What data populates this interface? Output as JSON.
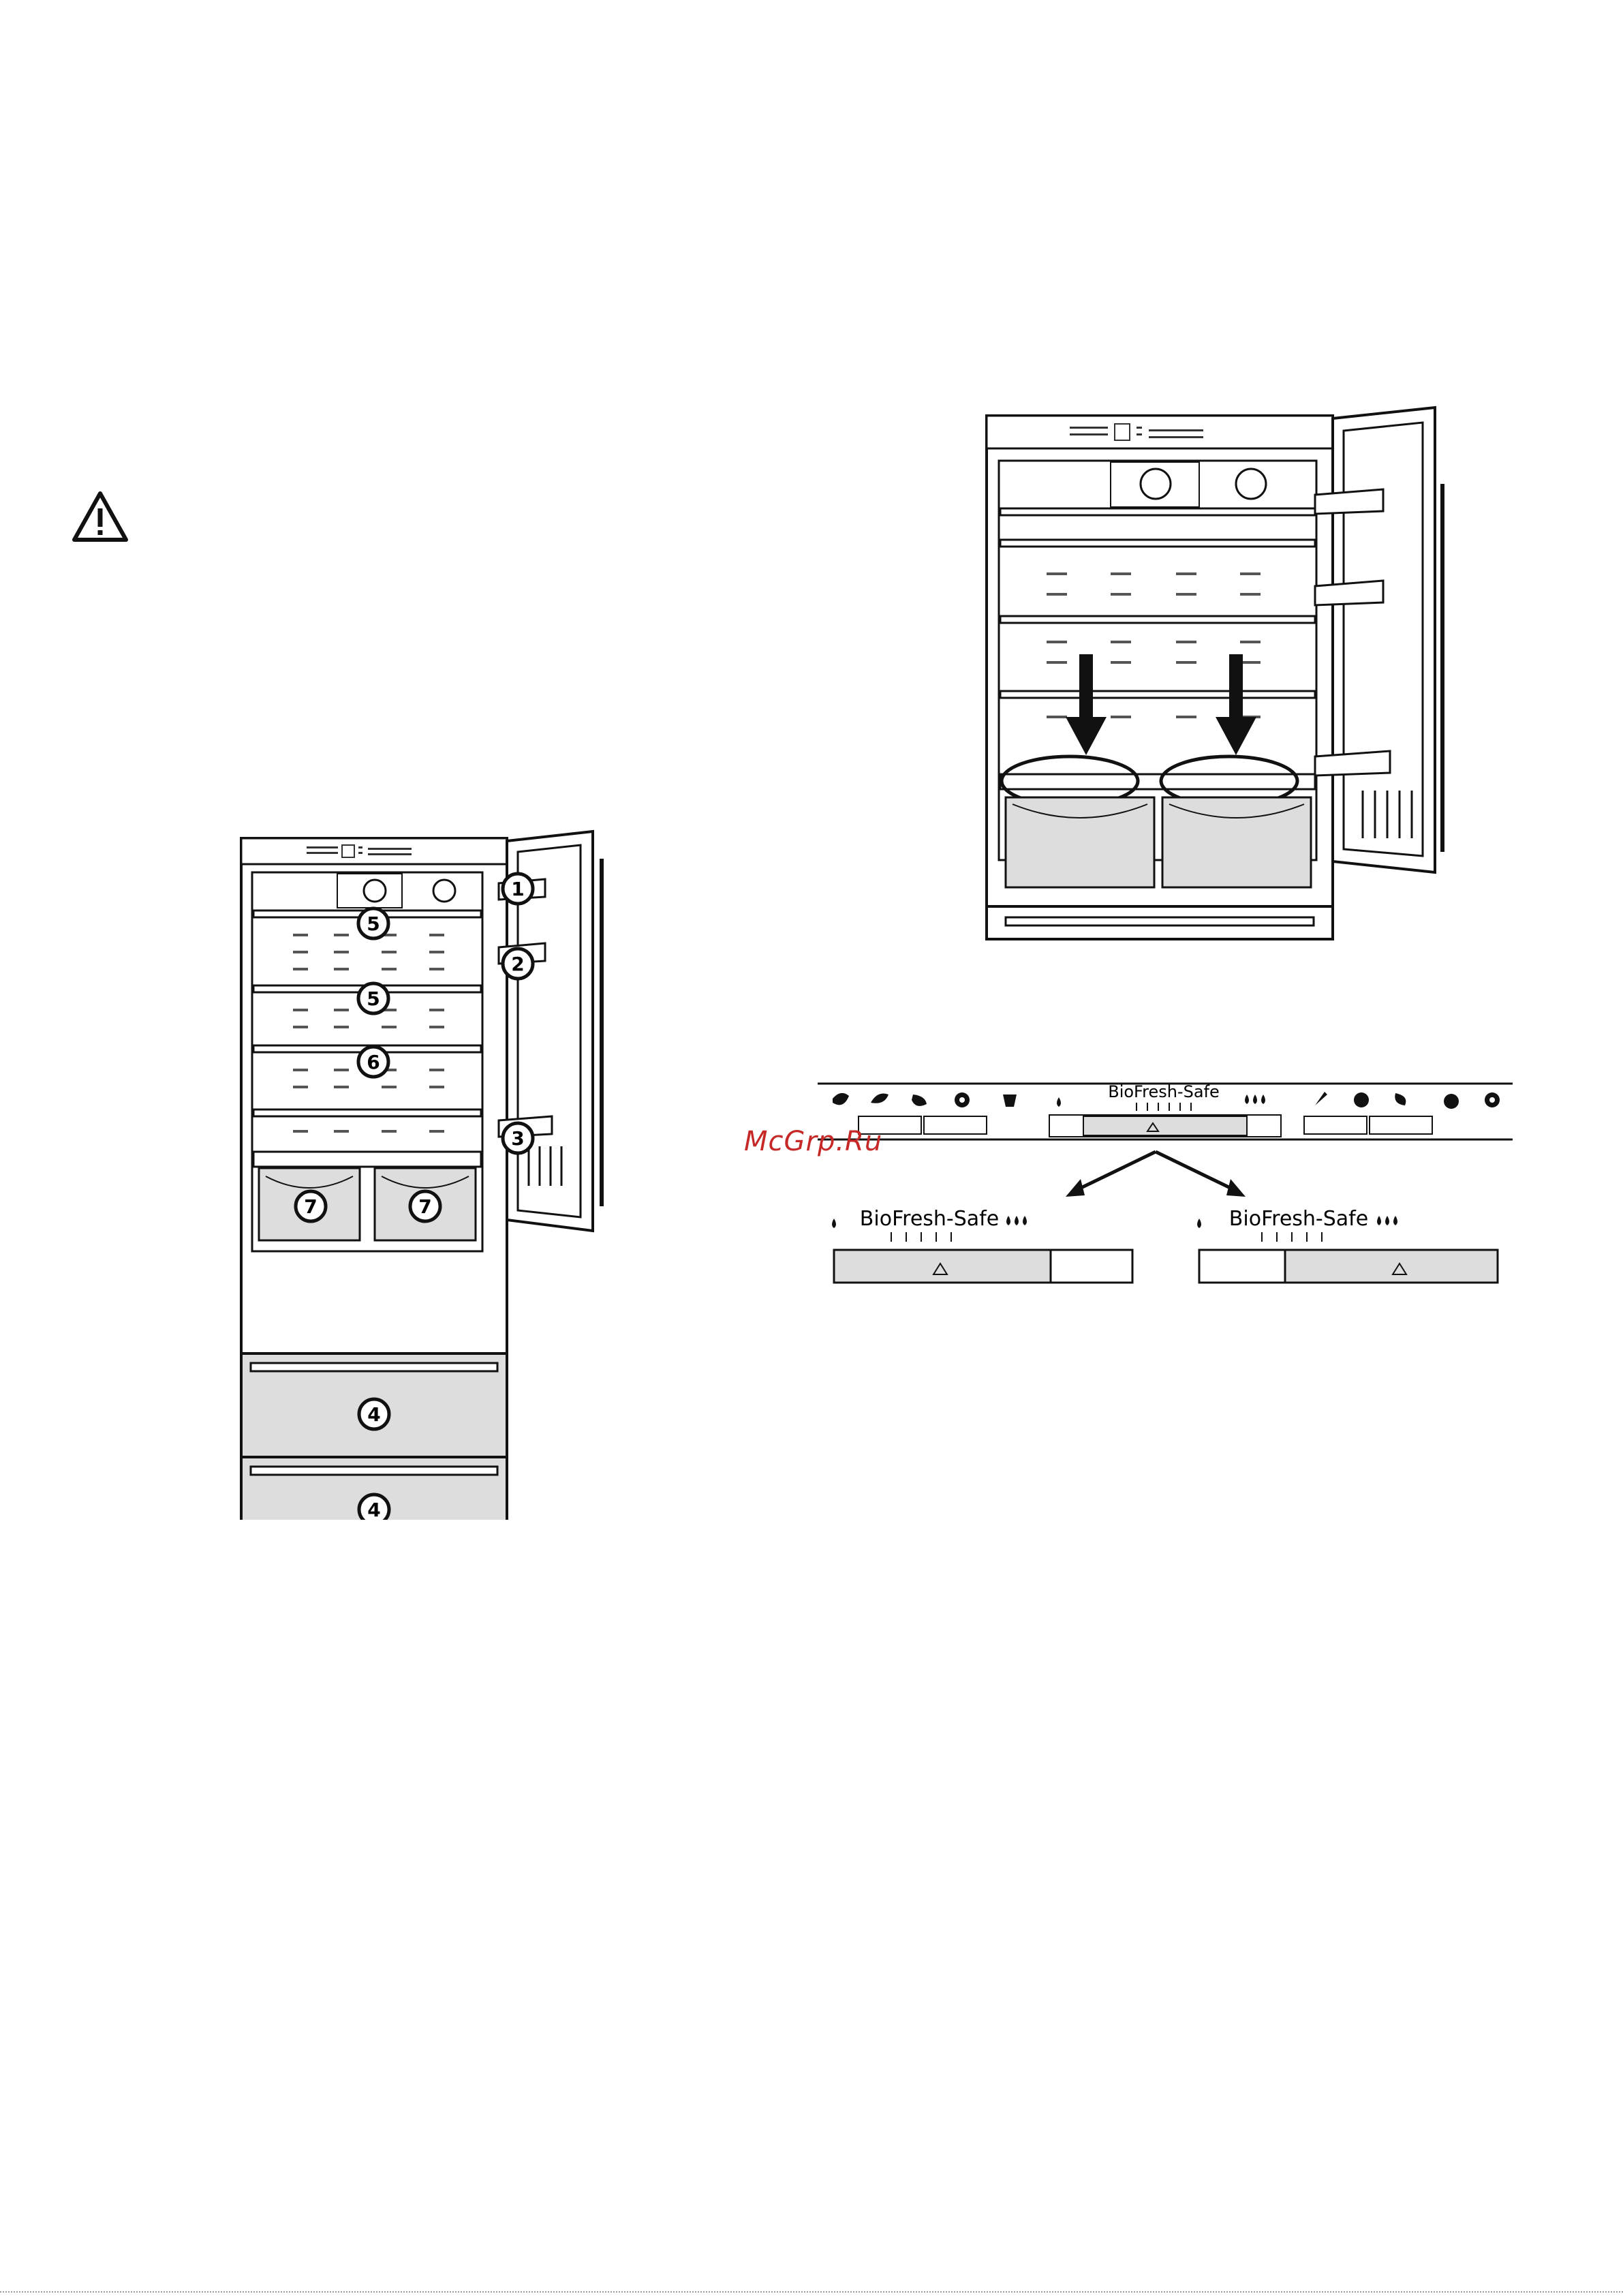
{
  "callouts": {
    "c1": "1",
    "c2": "2",
    "c3": "3",
    "c4a": "4",
    "c4b": "4",
    "c5a": "5",
    "c5b": "5",
    "c6": "6",
    "c7a": "7",
    "c7b": "7"
  },
  "biofresh": {
    "label_strip": "BioFresh-Safe",
    "label_left": "BioFresh-Safe",
    "label_right": "BioFresh-Safe",
    "humidity_low_icon": "single-drop-icon",
    "humidity_high_icon": "triple-drop-icon",
    "marker_icon": "triangle-marker-icon"
  },
  "food_icons": {
    "left": [
      "lettuce-icon",
      "sausage-icon",
      "fish-icon",
      "pork-icon",
      "cheese-icon"
    ],
    "right": [
      "carrot-icon",
      "cauliflower-icon",
      "broccoli-icon",
      "apple-icon",
      "grapes-icon"
    ]
  },
  "warning_icon": "warning-triangle-icon",
  "watermark": "McGrp.Ru"
}
